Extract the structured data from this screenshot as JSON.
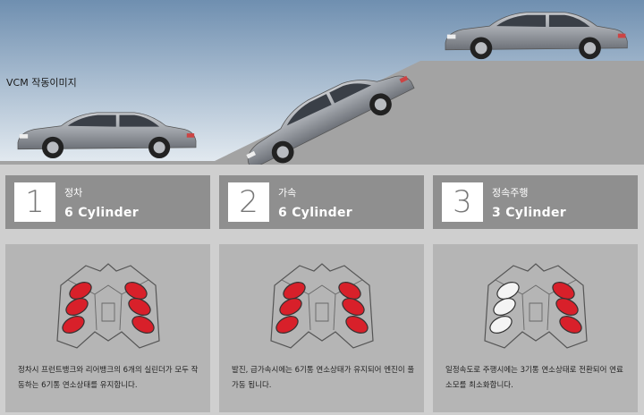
{
  "hero": {
    "caption": "VCM 작동이미지"
  },
  "states": [
    {
      "number": "1",
      "state": "정차",
      "cylinders": "6 Cylinder",
      "description": "정차시 프런트뱅크와 리어뱅크의 6개의 실린더가 모두 작동하는 6기통 연소상태를 유지합니다.",
      "active_cylinders": [
        true,
        true,
        true,
        true,
        true,
        true
      ]
    },
    {
      "number": "2",
      "state": "가속",
      "cylinders": "6 Cylinder",
      "description": "발진, 급가속시에는 6기통 연소상태가 유지되어 엔진이 풀가동 됩니다.",
      "active_cylinders": [
        true,
        true,
        true,
        true,
        true,
        true
      ]
    },
    {
      "number": "3",
      "state": "정속주행",
      "cylinders": "3 Cylinder",
      "description": "일정속도로 주행시에는 3기통 연소상태로 전환되어 연료소모를 최소화합니다.",
      "active_cylinders": [
        false,
        false,
        false,
        true,
        true,
        true
      ]
    }
  ],
  "colors": {
    "sky_top": "#6f8fb0",
    "sky_bottom": "#dfe8ef",
    "road": "#a3a3a3",
    "active_cylinder": "#d8202a",
    "inactive_cylinder": "#f4f4f4",
    "panel_top": "#8f8f8f",
    "panel_bottom": "#b5b5b5"
  }
}
